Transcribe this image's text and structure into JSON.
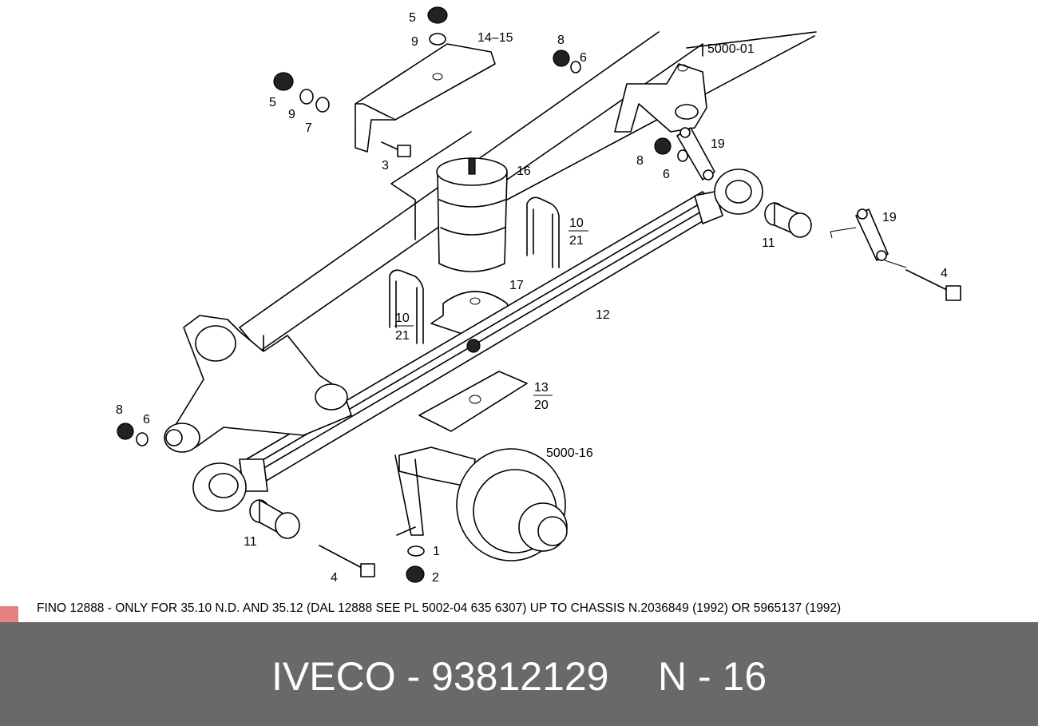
{
  "diagram": {
    "callouts": {
      "c5a": "5",
      "c9a": "9",
      "c1415": "14–15",
      "c8a": "8",
      "c6a": "6",
      "c500001": "5000-01",
      "c5b": "5",
      "c9b": "9",
      "c7": "7",
      "c3": "3",
      "c16": "16",
      "c19a": "19",
      "c8b": "8",
      "c6b": "6",
      "c10a_top": "10",
      "c21a_bot": "21",
      "c11a": "11",
      "c19b": "19",
      "c4a": "4",
      "c17": "17",
      "c10b_top": "10",
      "c21b_bot": "21",
      "c12": "12",
      "c13_top": "13",
      "c20_bot": "20",
      "c8c": "8",
      "c6c": "6",
      "c500016": "5000-16",
      "c11b": "11",
      "c1": "1",
      "c4b": "4",
      "c2": "2"
    }
  },
  "note": {
    "text": "FINO 12888 - ONLY FOR 35.10 N.D. AND 35.12 (DAL 12888 SEE PL 5002-04 635 6307) UP TO CHASSIS N.2036849 (1992) OR 5965137 (1992)",
    "marker_color": "#e88080"
  },
  "footer": {
    "title": "IVECO - 93812129",
    "page": "N - 16",
    "background": "#696969"
  }
}
